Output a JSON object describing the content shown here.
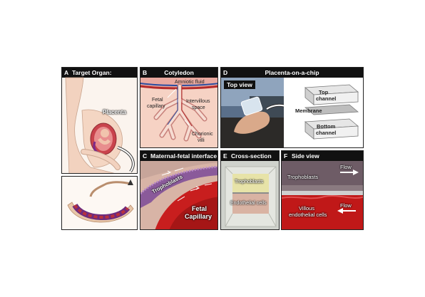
{
  "panels": {
    "A": {
      "letter": "A",
      "title": "Target Organ: Placenta",
      "placenta_label": "Placenta"
    },
    "B": {
      "letter": "B",
      "title": "Cotyledon",
      "amniotic": "Amniotic fluid",
      "fetal_cap_1": "Fetal",
      "fetal_cap_2": "capillary",
      "interv_1": "Intervillous",
      "interv_2": "space",
      "villi_1": "Chorionic",
      "villi_2": "villi"
    },
    "C": {
      "letter": "C",
      "title": "Maternal-fetal interface",
      "trophoblasts": "Trophoblasts",
      "fetal_1": "Fetal",
      "fetal_2": "Capillary"
    },
    "D": {
      "letter": "D",
      "title": "Placenta-on-a-chip",
      "top_view": "Top view",
      "top_channel_1": "Top",
      "top_channel_2": "channel",
      "membrane": "Membrane",
      "bottom_channel_1": "Bottom",
      "bottom_channel_2": "channel"
    },
    "E": {
      "letter": "E",
      "title": "Cross-section",
      "trophoblasts": "Trophoblasts",
      "endothelial": "Endothelial cells"
    },
    "F": {
      "letter": "F",
      "title": "Side view",
      "trophoblasts": "Trophoblasts",
      "flow_top": "Flow",
      "villous_1": "Villous",
      "villous_2": "endothelial cells",
      "flow_bottom": "Flow"
    }
  },
  "colors": {
    "header": "#111111",
    "blood": "#c81e1e",
    "tissue": "#f0c0b0",
    "troph": "#8a5a9a"
  }
}
